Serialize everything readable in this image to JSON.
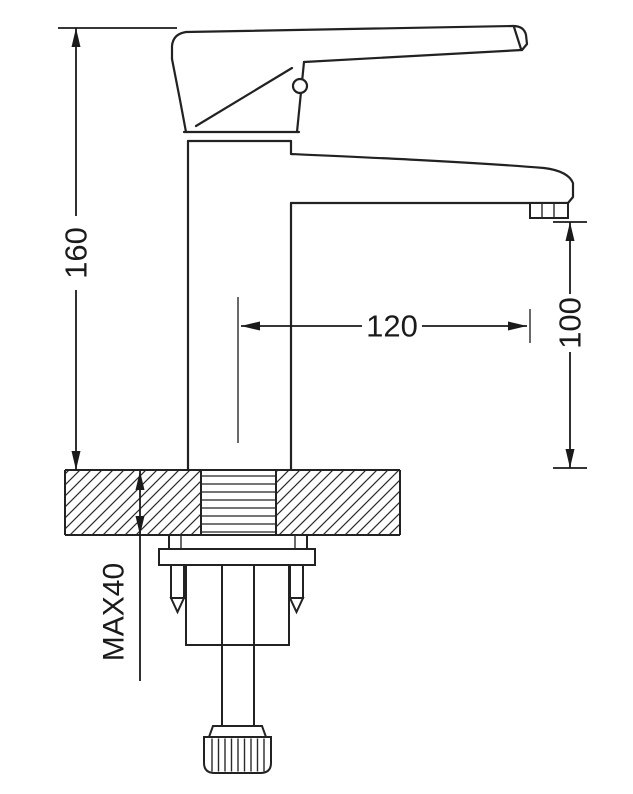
{
  "drawing": {
    "labels": {
      "height": "160",
      "reach": "120",
      "outlet_height": "100",
      "max_thickness": "MAX40"
    },
    "colors": {
      "outline": "#222222",
      "dimension": "#1a1a1a",
      "background": "#ffffff"
    }
  }
}
